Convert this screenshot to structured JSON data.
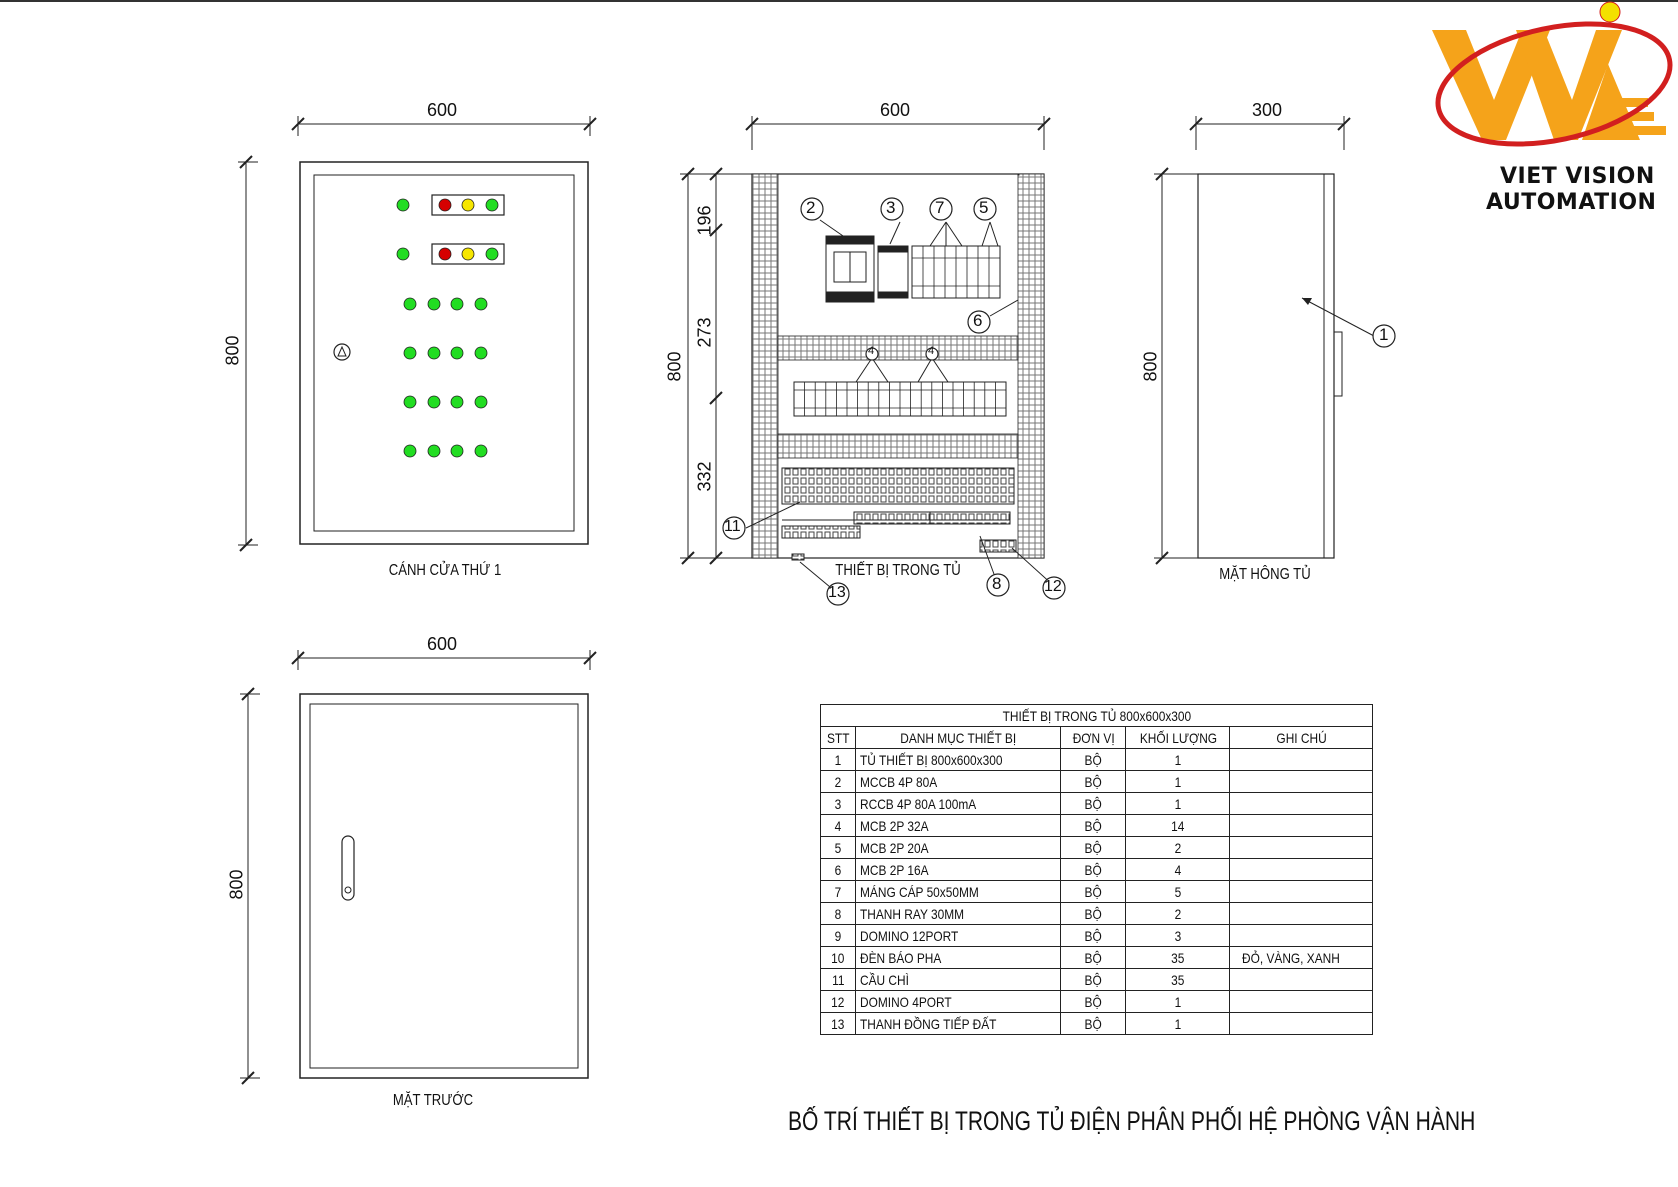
{
  "logo": {
    "line1": "VIET VISION",
    "line2": "AUTOMATION",
    "colors": {
      "orange": "#f5a31a",
      "red": "#d21f1f",
      "yellow": "#f3e100"
    }
  },
  "views": {
    "door1": {
      "caption": "CÁNH CỬA THỨ 1",
      "width": "600",
      "height": "800"
    },
    "internal": {
      "caption": "THIẾT BỊ TRONG TỦ",
      "width": "600",
      "height": "800",
      "sections": [
        "196",
        "273",
        "332"
      ]
    },
    "side": {
      "caption": "MẶT HÔNG TỦ",
      "width": "300",
      "height": "800"
    },
    "front": {
      "caption": "MẶT TRƯỚC",
      "width": "600",
      "height": "800"
    }
  },
  "callouts": [
    "1",
    "2",
    "3",
    "4",
    "5",
    "6",
    "7",
    "8",
    "11",
    "12",
    "13"
  ],
  "indicator_colors": {
    "red": "#d50000",
    "yellow": "#f6e600",
    "green": "#22dd22"
  },
  "table": {
    "title": "THIẾT BỊ TRONG TỦ 800x600x300",
    "headers": [
      "STT",
      "DANH MỤC THIẾT BỊ",
      "ĐƠN VỊ",
      "KHỐI LƯỢNG",
      "GHI CHÚ"
    ],
    "rows": [
      [
        "1",
        "TỦ THIẾT BỊ 800x600x300",
        "BỘ",
        "1",
        ""
      ],
      [
        "2",
        "MCCB 4P 80A",
        "BỘ",
        "1",
        ""
      ],
      [
        "3",
        "RCCB 4P 80A 100mA",
        "BỘ",
        "1",
        ""
      ],
      [
        "4",
        "MCB 2P 32A",
        "BỘ",
        "14",
        ""
      ],
      [
        "5",
        "MCB 2P 20A",
        "BỘ",
        "2",
        ""
      ],
      [
        "6",
        "MCB 2P 16A",
        "BỘ",
        "4",
        ""
      ],
      [
        "7",
        "MÁNG CÁP 50x50MM",
        "BỘ",
        "5",
        ""
      ],
      [
        "8",
        "THANH RAY 30MM",
        "BỘ",
        "2",
        ""
      ],
      [
        "9",
        "DOMINO 12PORT",
        "BỘ",
        "3",
        ""
      ],
      [
        "10",
        "ĐÈN BÁO PHA",
        "BỘ",
        "35",
        "ĐỎ, VÀNG, XANH"
      ],
      [
        "11",
        "CẦU CHÌ",
        "BỘ",
        "35",
        ""
      ],
      [
        "12",
        "DOMINO 4PORT",
        "BỘ",
        "1",
        ""
      ],
      [
        "13",
        "THANH ĐỒNG TIẾP ĐẤT",
        "BỘ",
        "1",
        ""
      ]
    ]
  },
  "main_title": "BỐ TRÍ THIẾT BỊ TRONG TỦ ĐIỆN PHÂN PHỐI HỆ PHÒNG VẬN HÀNH"
}
